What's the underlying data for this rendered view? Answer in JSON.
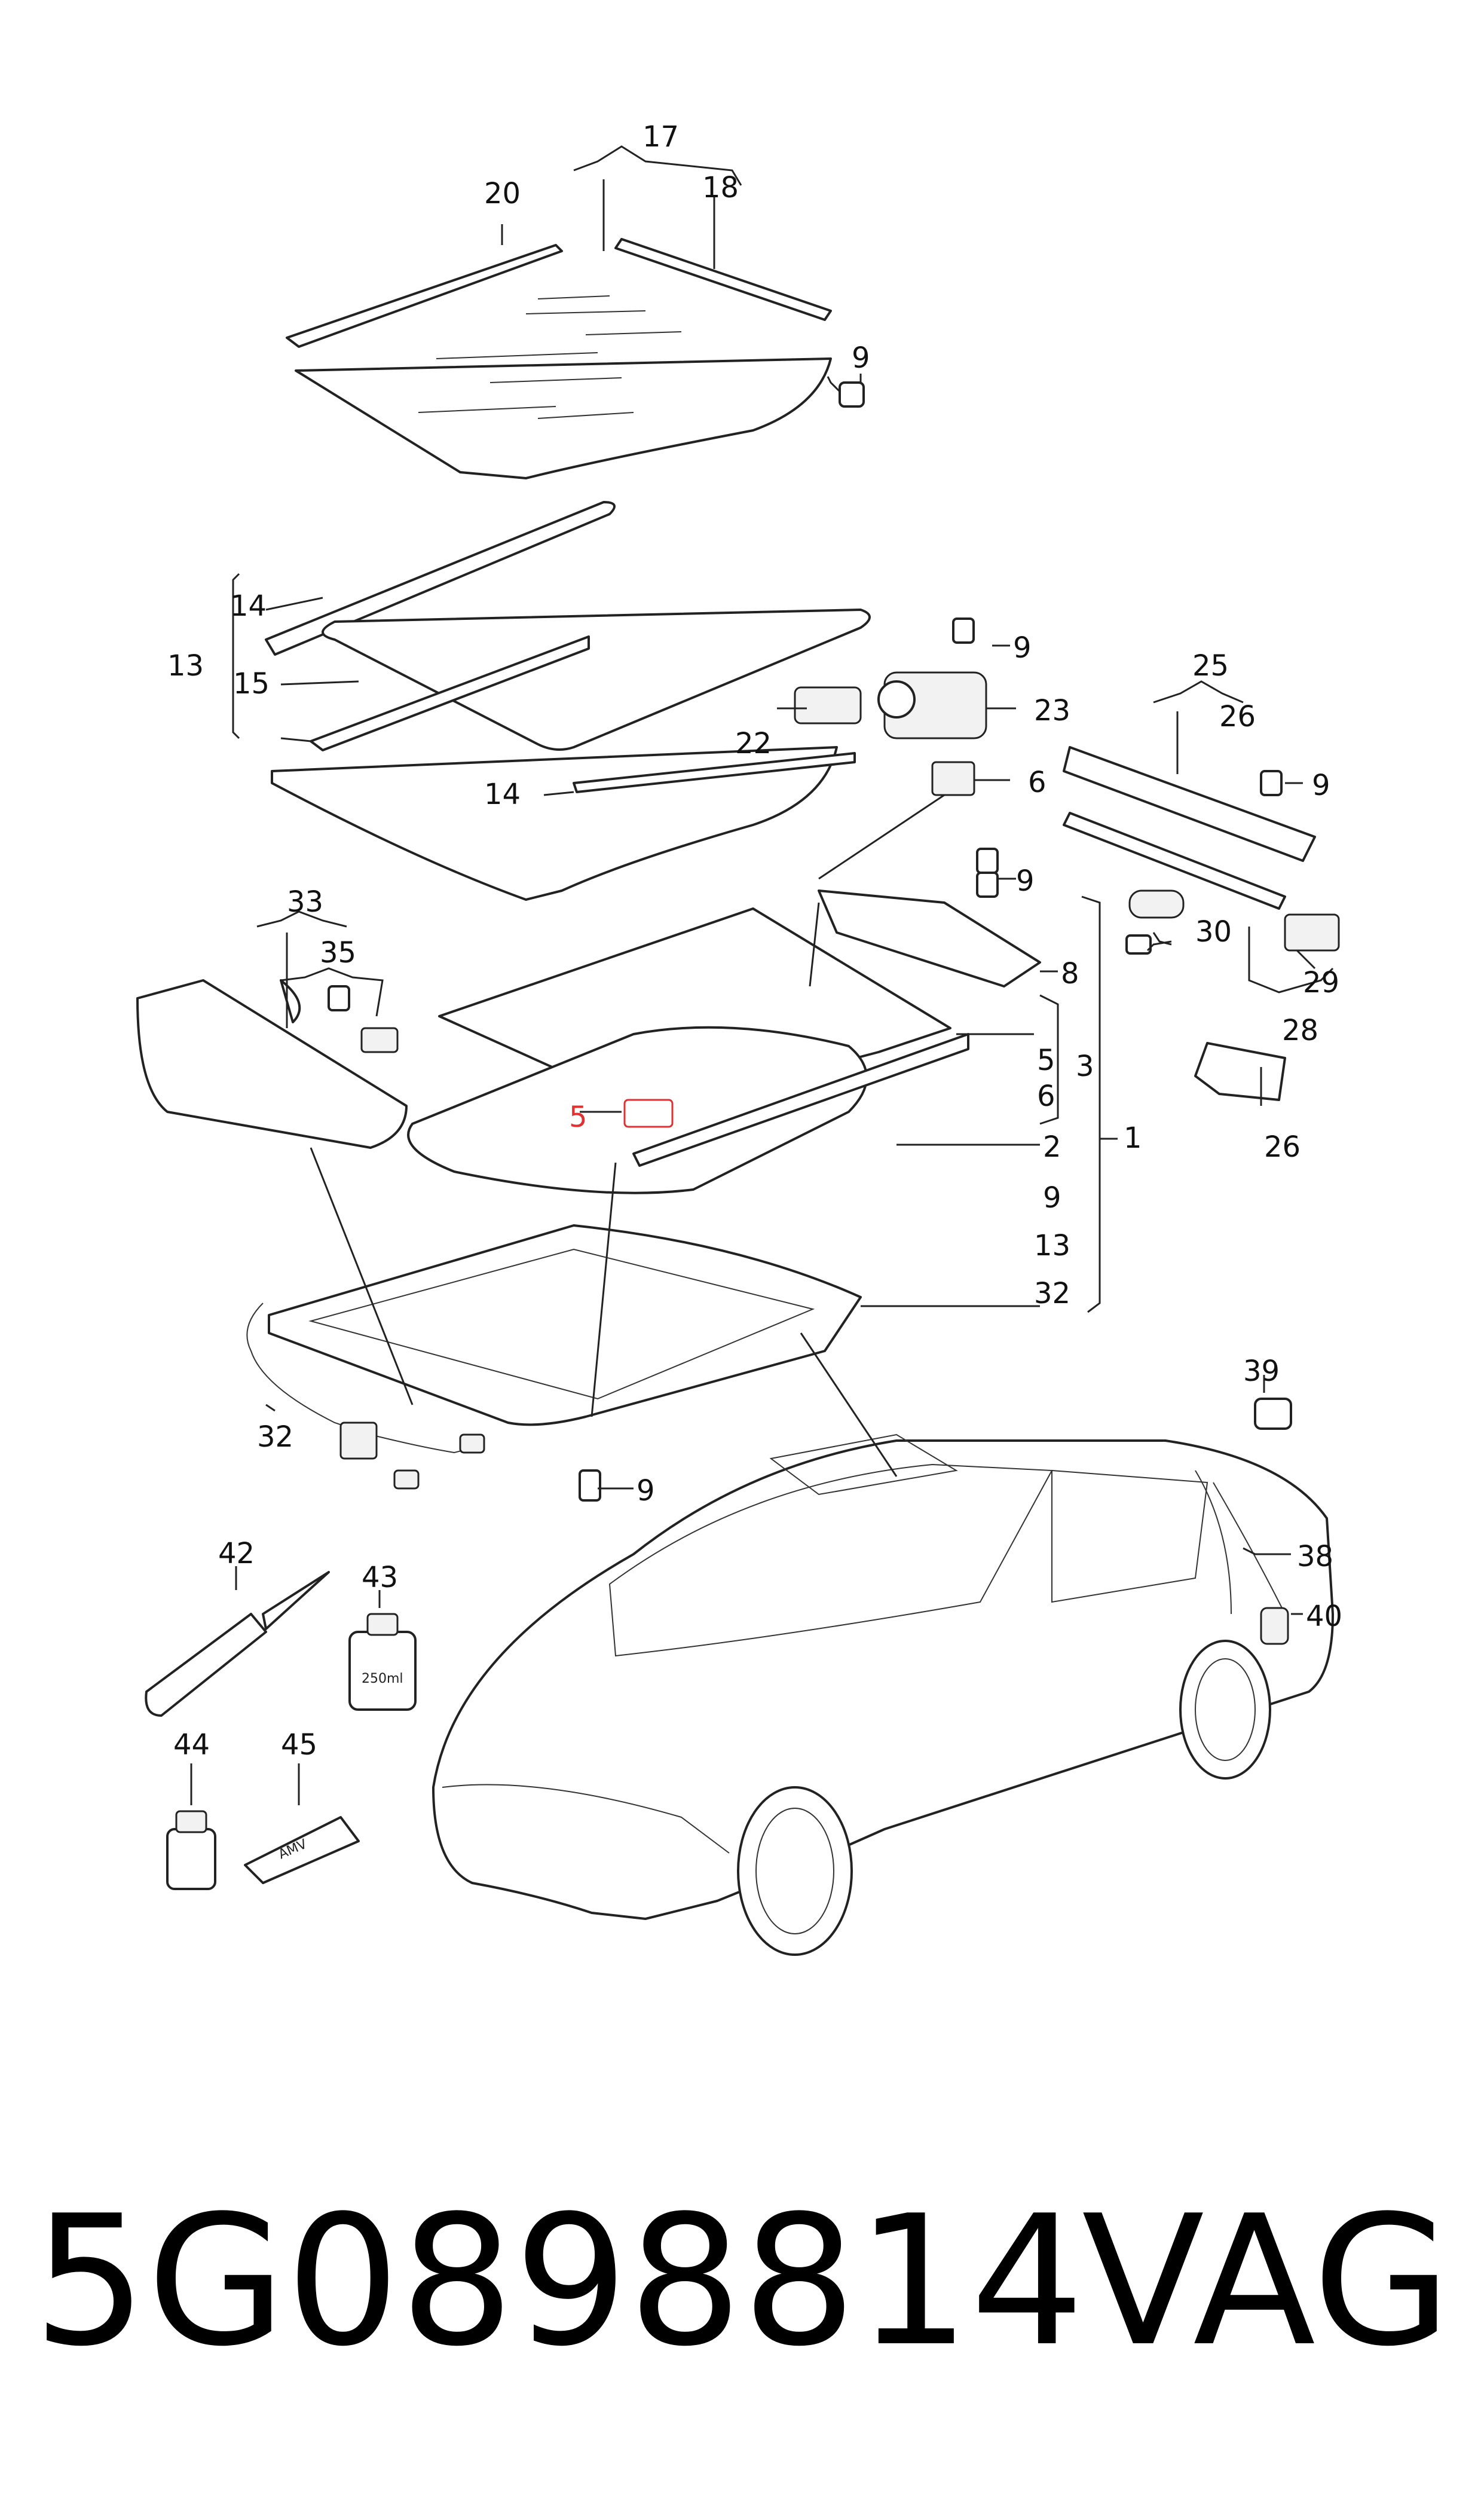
{
  "callouts": {
    "c17": "17",
    "c20": "20",
    "c18": "18",
    "c9a": "9",
    "c14a": "14",
    "c13": "13",
    "c15": "15",
    "c14b": "14",
    "c9b": "9",
    "c23": "23",
    "c22": "22",
    "c6a": "6",
    "c25": "25",
    "c26a": "26",
    "c9c": "9",
    "c33": "33",
    "c35": "35",
    "c9d": "9",
    "c8": "8",
    "c30": "30",
    "c29": "29",
    "c28": "28",
    "c26b": "26",
    "c5a": "5",
    "c3": "3",
    "c6b": "6",
    "c5b": "5",
    "c2": "2",
    "c1": "1",
    "c9e": "9",
    "c13b": "13",
    "c32a": "32",
    "c32b": "32",
    "c9f": "9",
    "c39": "39",
    "c38": "38",
    "c40": "40",
    "c42": "42",
    "c43": "43",
    "c44": "44",
    "c45": "45"
  },
  "product_labels": {
    "can": "250ml",
    "tube": "AMV"
  },
  "footer": {
    "part_number": "5G0898814",
    "brand": "VAG"
  }
}
